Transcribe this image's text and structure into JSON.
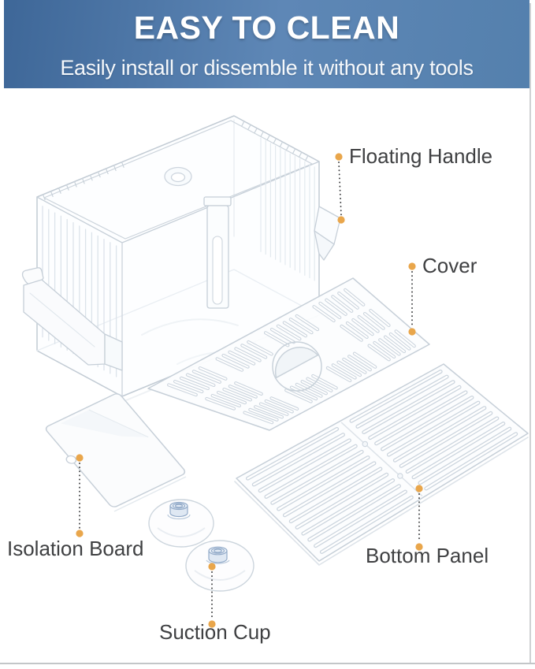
{
  "banner": {
    "title": "EASY TO CLEAN",
    "subtitle": "Easily install or dissemble it without any tools",
    "bg_left": "#3e6798",
    "bg_mid": "#5e87b6",
    "bg_right": "#5480ad",
    "text_color": "#ffffff"
  },
  "diagram": {
    "accent_color": "#E9A64B",
    "line_color": "#3f4042",
    "label_color": "#3f4042",
    "outline_color": "#c6cfd8",
    "labels": [
      {
        "id": "floating-handle",
        "text": "Floating Handle"
      },
      {
        "id": "cover",
        "text": "Cover"
      },
      {
        "id": "isolation-board",
        "text": "Isolation Board"
      },
      {
        "id": "suction-cup",
        "text": "Suction Cup"
      },
      {
        "id": "bottom-panel",
        "text": "Bottom Panel"
      }
    ]
  }
}
